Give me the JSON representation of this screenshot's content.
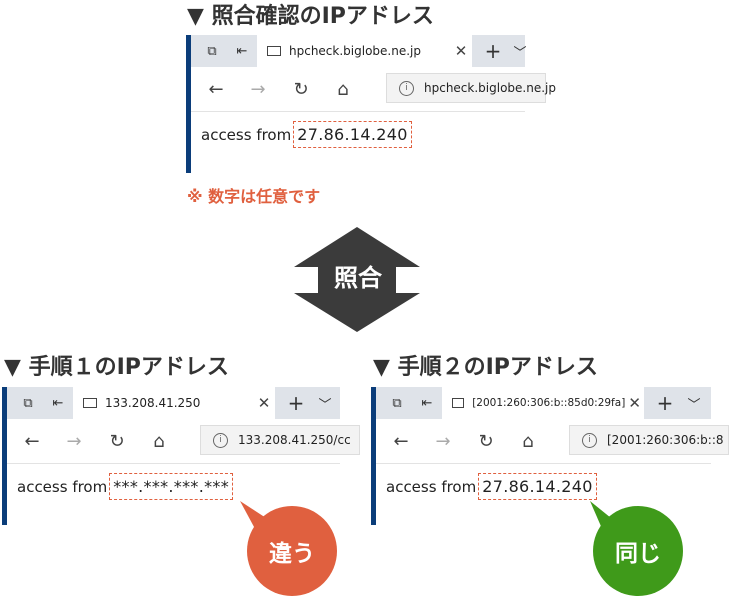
{
  "top": {
    "heading": "▼ 照合確認のIPアドレス",
    "tab_title": "hpcheck.biglobe.ne.jp",
    "address": "hpcheck.biglobe.ne.jp",
    "access_label": "access from",
    "ip": "27.86.14.240",
    "note": "※ 数字は任意です"
  },
  "center_label": "照合",
  "step1": {
    "heading": "▼ 手順１のIPアドレス",
    "tab_title": "133.208.41.250",
    "address": "133.208.41.250/cc",
    "access_label": "access from",
    "ip": "***.***.***.***",
    "badge": "違う"
  },
  "step2": {
    "heading": "▼ 手順２のIPアドレス",
    "tab_title": "[2001:260:306:b::85d0:29fa]",
    "address": "[2001:260:306:b::8",
    "access_label": "access from",
    "ip": "27.86.14.240",
    "badge": "同じ"
  },
  "icons": {
    "tab_actions": "tab-actions-icon",
    "tab_aside": "set-aside-icon",
    "page": "page-icon",
    "close": "close-icon",
    "new_tab": "plus-icon",
    "tab_list": "chevron-down-icon",
    "back": "back-arrow-icon",
    "forward": "forward-arrow-icon",
    "refresh": "refresh-icon",
    "home": "home-icon",
    "info": "info-icon"
  },
  "colors": {
    "accent_orange": "#e0603f",
    "badge_red": "#e0603f",
    "badge_green": "#3f9a1a",
    "hexagon": "#3b3b3b",
    "browser_border": "#0b3d7a"
  }
}
